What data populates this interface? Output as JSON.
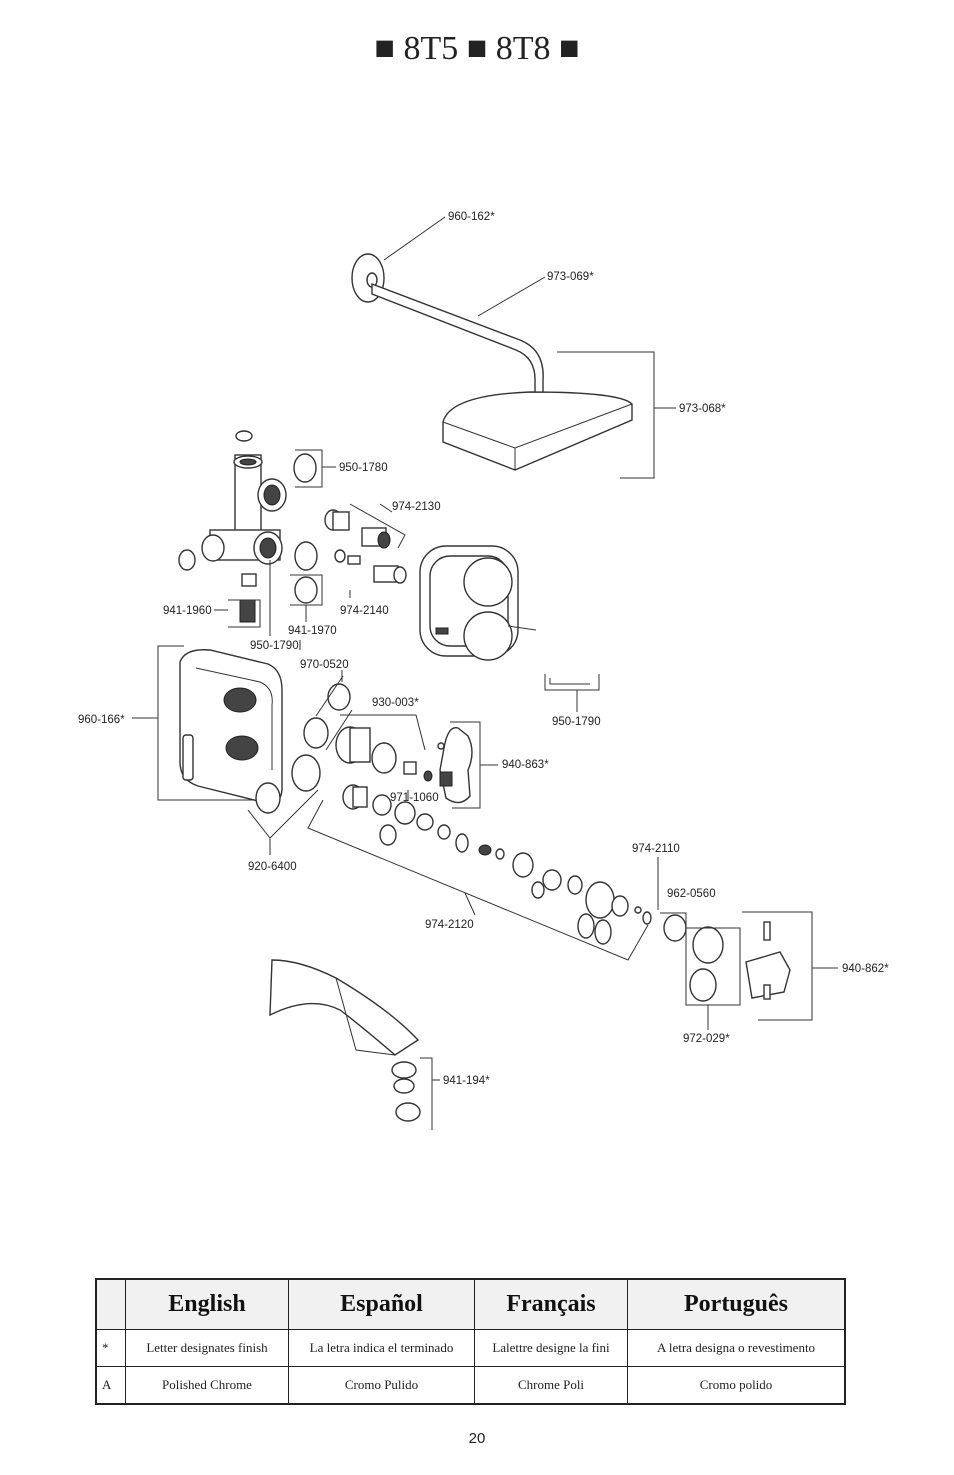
{
  "page": {
    "title": "■ 8T5 ■ 8T8 ■",
    "page_number": "20"
  },
  "part_labels": {
    "p960_162": "960-162*",
    "p973_069": "973-069*",
    "p973_068": "973-068*",
    "p950_1780": "950-1780",
    "p974_2130": "974-2130",
    "p941_1960": "941-1960",
    "p974_2140": "974-2140",
    "p941_1970": "941-1970",
    "p950_1790_a": "950-1790",
    "p970_0520": "970-0520",
    "p950_1790_b": "950-1790",
    "p930_003": "930-003*",
    "p960_166": "960-166*",
    "p940_863": "940-863*",
    "p971_1060": "971-1060",
    "p920_6400": "920-6400",
    "p974_2110": "974-2110",
    "p962_0560": "962-0560",
    "p974_2120": "974-2120",
    "p940_862": "940-862*",
    "p972_029": "972-029*",
    "p941_194": "941-194*"
  },
  "legend": {
    "headers": [
      "",
      "English",
      "Español",
      "Français",
      "Português"
    ],
    "rows": [
      [
        "*",
        "Letter designates finish",
        "La letra indica el terminado",
        "Lalettre designe la fini",
        "A letra designa o revestimento"
      ],
      [
        "A",
        "Polished Chrome",
        "Cromo Pulido",
        "Chrome Poli",
        "Cromo polido"
      ]
    ]
  }
}
